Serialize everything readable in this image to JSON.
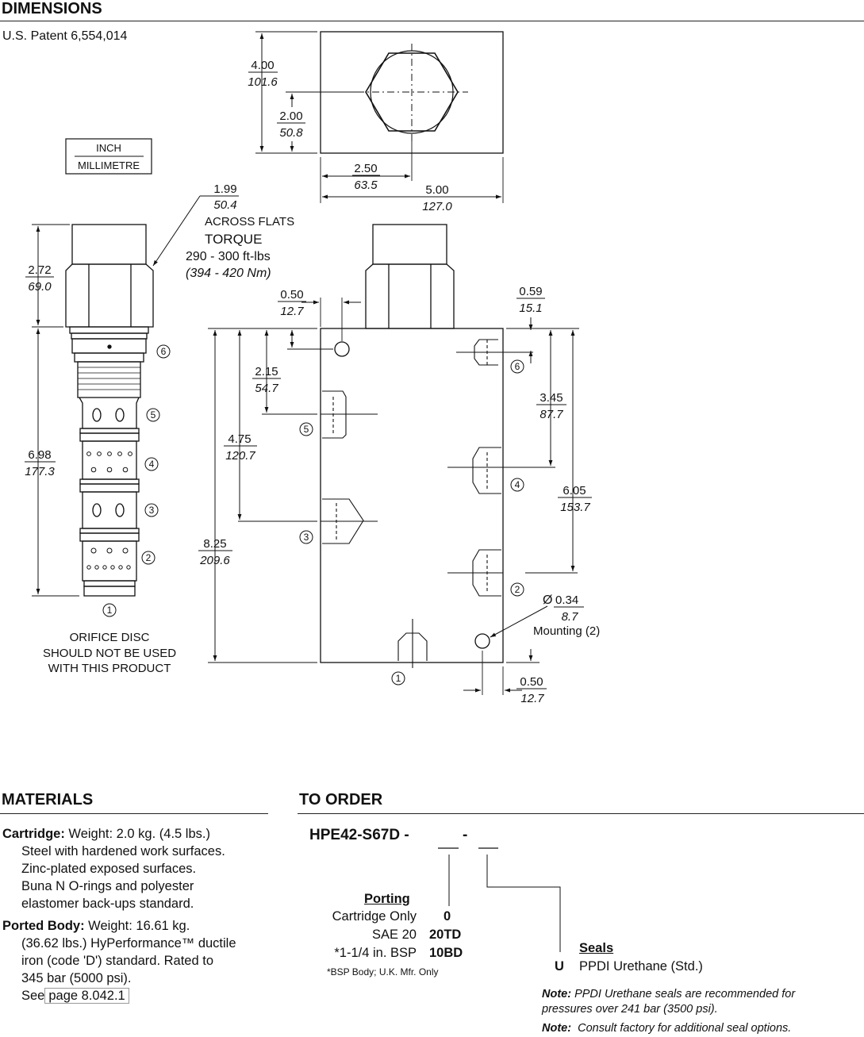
{
  "dimensions": {
    "title": "DIMENSIONS",
    "patent": "U.S. Patent 6,554,014",
    "unit_key": {
      "top": "INCH",
      "bottom": "MILLIMETRE"
    },
    "cartridge": {
      "across_flats_in": "1.99",
      "across_flats_mm": "50.4",
      "across_flats_label": "ACROSS FLATS",
      "torque_label": "TORQUE",
      "torque_ftlb": "290 - 300 ft-lbs",
      "torque_nm": "(394 - 420 Nm)",
      "hex_height_in": "2.72",
      "hex_height_mm": "69.0",
      "body_length_in": "6.98",
      "body_length_mm": "177.3",
      "orifice_note": [
        "ORIFICE DISC",
        "SHOULD NOT BE USED",
        "WITH THIS PRODUCT"
      ]
    },
    "block_top": {
      "height_in": "4.00",
      "height_mm": "101.6",
      "center_y_in": "2.00",
      "center_y_mm": "50.8",
      "center_x_in": "2.50",
      "center_x_mm": "63.5",
      "width_in": "5.00",
      "width_mm": "127.0"
    },
    "block_front": {
      "hole_offset_in": "0.50",
      "hole_offset_mm": "12.7",
      "port6_offset_in": "0.59",
      "port6_offset_mm": "15.1",
      "port5_in": "2.15",
      "port5_mm": "54.7",
      "port3_in": "4.75",
      "port3_mm": "120.7",
      "height_in": "8.25",
      "height_mm": "209.6",
      "port4_in": "3.45",
      "port4_mm": "87.7",
      "port2_in": "6.05",
      "port2_mm": "153.7",
      "mount_dia_symbol": "Ø",
      "mount_dia_in": "0.34",
      "mount_dia_mm": "8.7",
      "mount_label": "Mounting (2)",
      "bottom_in": "0.50",
      "bottom_mm": "12.7"
    },
    "port_labels": [
      "1",
      "2",
      "3",
      "4",
      "5",
      "6"
    ]
  },
  "materials": {
    "title": "MATERIALS",
    "cartridge_label": "Cartridge:",
    "cartridge_weight": " Weight: 2.0 kg. (4.5 lbs.)",
    "cartridge_lines": [
      "Steel with hardened work surfaces.",
      "Zinc-plated exposed surfaces.",
      "Buna N O-rings and polyester",
      "elastomer back-ups standard."
    ],
    "body_label": "Ported Body:",
    "body_weight": " Weight:  16.61 kg.",
    "body_lines": [
      "(36.62 lbs.) HyPerformance™ ductile",
      "iron (code 'D') standard. Rated to",
      "345 bar (5000 psi)."
    ],
    "see_label": "See",
    "see_link": "page 8.042.1"
  },
  "to_order": {
    "title": "TO ORDER",
    "model_prefix": "HPE42-S67D -",
    "model_mid": "-",
    "porting_title": "Porting",
    "porting_rows": [
      {
        "name": "Cartridge Only",
        "code": "0"
      },
      {
        "name": "SAE 20",
        "code": "20TD"
      },
      {
        "name": "*1-1/4 in. BSP",
        "code": "10BD"
      }
    ],
    "porting_footnote": "*BSP Body; U.K. Mfr. Only",
    "seals_title": "Seals",
    "seals_code": "U",
    "seals_name": "PPDI Urethane (Std.)",
    "note1_label": "Note:",
    "note1_lines": [
      "PPDI Urethane seals are recommended for",
      "pressures over 241 bar (3500 psi)."
    ],
    "note2_label": "Note:",
    "note2_text": "Consult factory for additional seal options."
  }
}
